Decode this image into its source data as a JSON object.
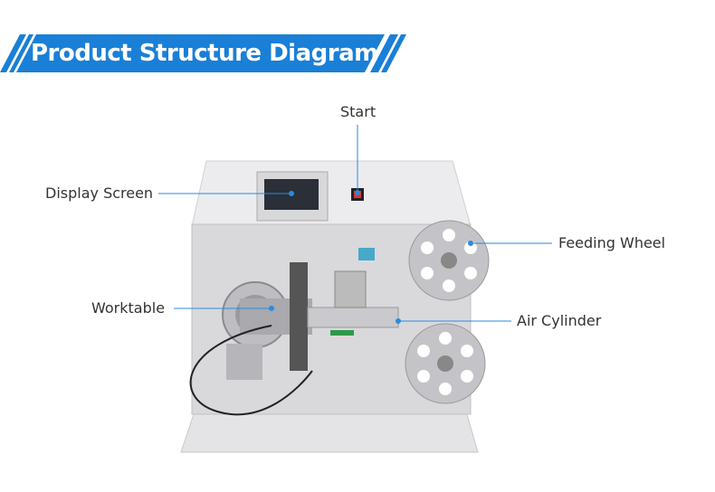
{
  "header": {
    "title": "Product Structure Diagram",
    "color": "#1a7fd6"
  },
  "callouts": {
    "start": "Start",
    "display_screen": "Display Screen",
    "feeding_wheel": "Feeding Wheel",
    "worktable": "Worktable",
    "air_cylinder": "Air Cylinder"
  },
  "leader_color": "#2a8ae0"
}
